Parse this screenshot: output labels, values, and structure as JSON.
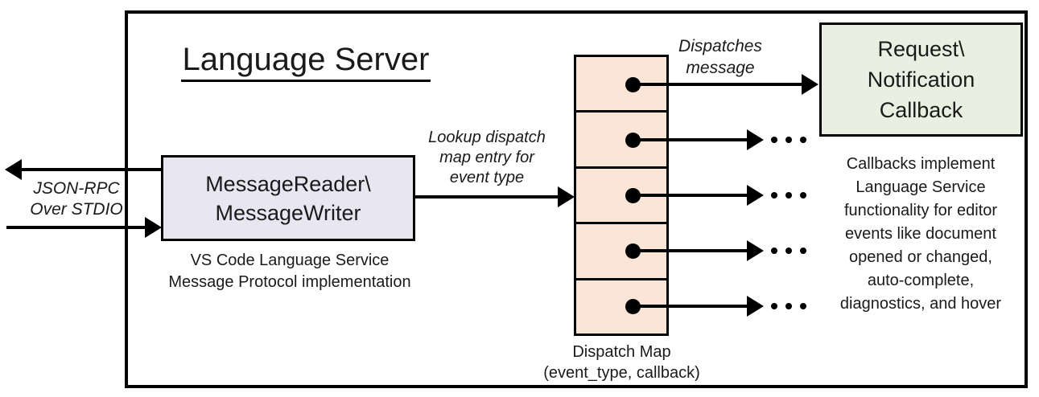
{
  "diagram": {
    "title": "Language Server",
    "stdio_label": "JSON-RPC\nOver STDIO",
    "reader_box": {
      "label": "MessageReader\\\nMessageWriter",
      "caption": "VS Code Language Service\nMessage Protocol implementation"
    },
    "lookup_label": "Lookup dispatch\nmap entry for\nevent type",
    "dispatches_label": "Dispatches\nmessage",
    "dispatch_map": {
      "cell_count": 5,
      "caption": "Dispatch Map\n(event_type, callback)"
    },
    "callback_box": {
      "label": "Request\\\nNotification\nCallback"
    },
    "callbacks_note": "Callbacks implement\nLanguage Service\nfunctionality for editor\nevents like document\nopened or changed,\nauto-complete,\ndiagnostics, and hover",
    "colors": {
      "reader_fill": "#E8E6F0",
      "map_fill": "#FBE5D6",
      "callback_fill": "#E9F0E2",
      "stroke": "#000000",
      "background": "#FFFFFF"
    }
  }
}
